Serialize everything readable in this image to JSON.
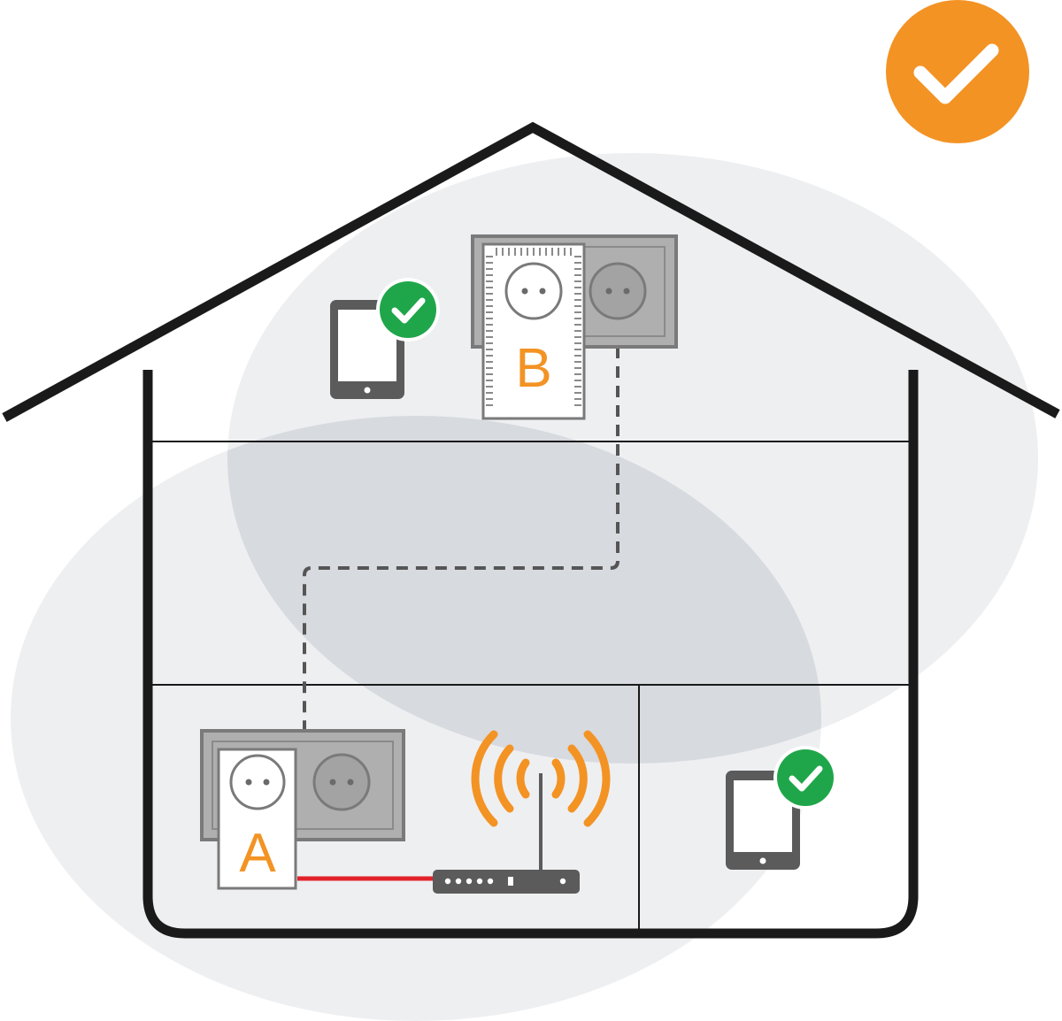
{
  "adapters": {
    "a": {
      "label": "A"
    },
    "b": {
      "label": "B"
    }
  },
  "status": {
    "overall": "ok",
    "tablet_upstairs": "connected",
    "tablet_downstairs": "connected"
  },
  "colors": {
    "accent_orange": "#F39324",
    "check_green": "#1FA64A",
    "ethernet_red": "#E2222B",
    "house_outline": "#1a1a1a",
    "coverage_light": "#EEEFF1",
    "coverage_overlap": "#D7DADF",
    "socket_gray": "#AFAFAF",
    "device_gray": "#5B5B5B",
    "powerline_dash": "#555555"
  },
  "icons": {
    "overall_status": "check-circle-icon",
    "tablet": "tablet-icon",
    "router": "router-icon",
    "wifi_waves": "wifi-signal-icon",
    "wall_socket": "wall-socket-icon",
    "powerline_adapter": "powerline-adapter-icon"
  }
}
